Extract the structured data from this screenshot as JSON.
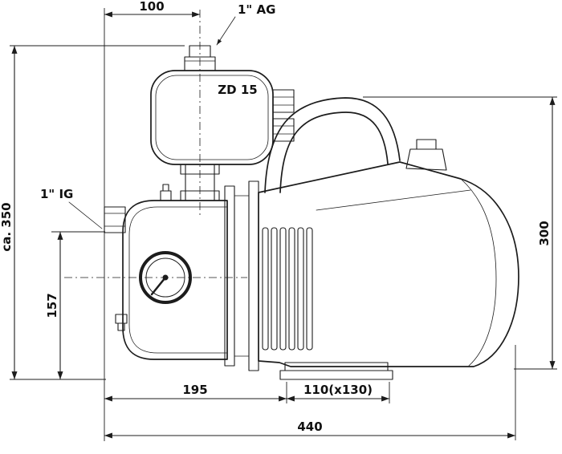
{
  "drawing": {
    "type": "technical dimensional drawing of a jet pump with pressure switch",
    "ink_color": "#1c1c1c",
    "background_color": "#ffffff",
    "labels": {
      "model": "ZD 15",
      "outlet_port": "1\" AG",
      "inlet_port": "1\" IG"
    },
    "dims": {
      "top_width": "100",
      "overall_height": "ca. 350",
      "inlet_height": "157",
      "body_height": "300",
      "front_length": "195",
      "foot_length": "110(x130)",
      "overall_length": "440"
    }
  }
}
